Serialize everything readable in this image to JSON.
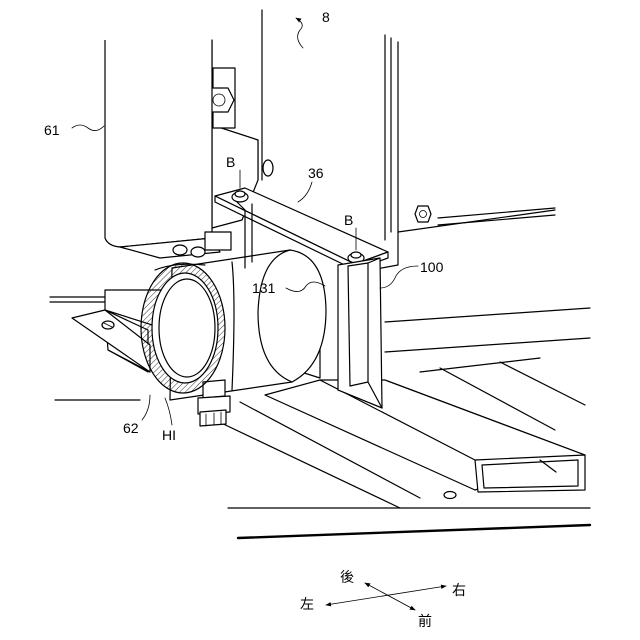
{
  "labels": {
    "assembly": "8",
    "member_61": "61",
    "bolt_b_left": "B",
    "bolt_b_right": "B",
    "bracket_36": "36",
    "plate_100": "100",
    "pipe_131": "131",
    "flange_62": "62",
    "hi": "HI"
  },
  "directions": {
    "rear": "後",
    "right": "右",
    "left": "左",
    "front": "前"
  },
  "colors": {
    "line": "#000000",
    "background": "#ffffff"
  }
}
